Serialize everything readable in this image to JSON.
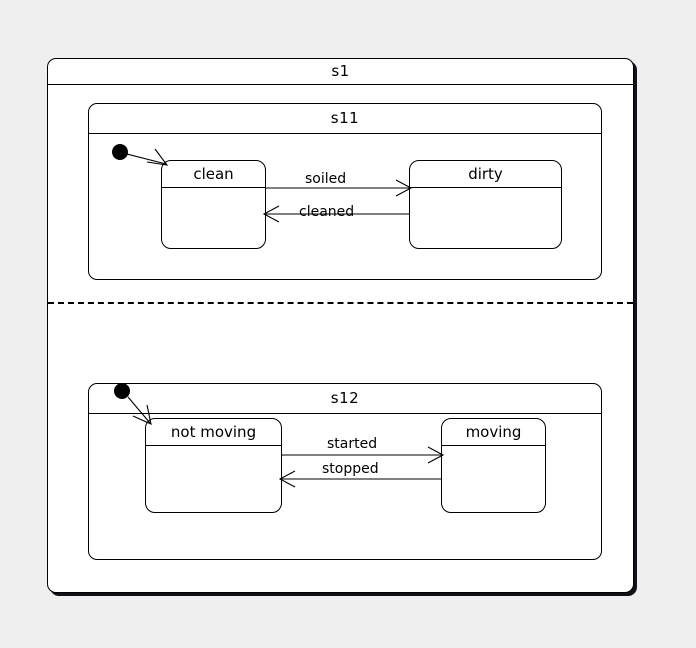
{
  "diagram": {
    "type": "uml-state-machine",
    "background_color": "#efefef",
    "surface_color": "#ffffff",
    "line_color": "#000000",
    "shadow_color": "#111118"
  },
  "composite_state": {
    "name": "s1",
    "regions": [
      {
        "name": "s11",
        "initial_pseudostate": "initial",
        "states": [
          {
            "id": "clean",
            "label": "clean"
          },
          {
            "id": "dirty",
            "label": "dirty"
          }
        ],
        "transitions": [
          {
            "from": "initial",
            "to": "clean",
            "label": ""
          },
          {
            "from": "clean",
            "to": "dirty",
            "label": "soiled"
          },
          {
            "from": "dirty",
            "to": "clean",
            "label": "cleaned"
          }
        ]
      },
      {
        "name": "s12",
        "initial_pseudostate": "initial",
        "states": [
          {
            "id": "not-moving",
            "label": "not moving"
          },
          {
            "id": "moving",
            "label": "moving"
          }
        ],
        "transitions": [
          {
            "from": "initial",
            "to": "not-moving",
            "label": ""
          },
          {
            "from": "not-moving",
            "to": "moving",
            "label": "started"
          },
          {
            "from": "moving",
            "to": "not-moving",
            "label": "stopped"
          }
        ]
      }
    ]
  }
}
